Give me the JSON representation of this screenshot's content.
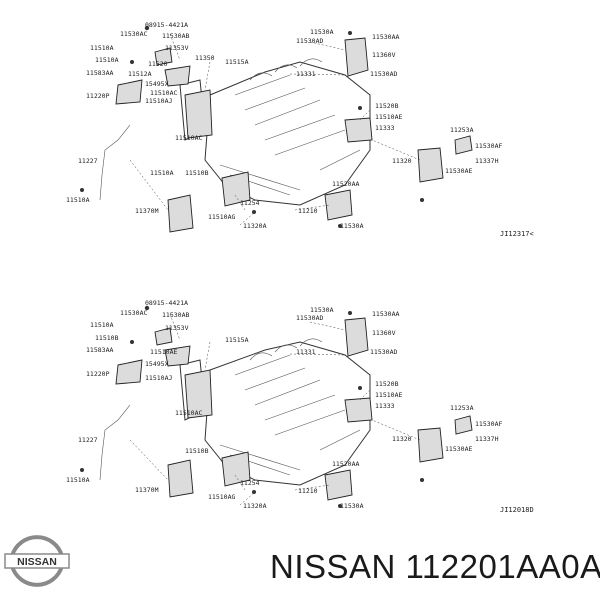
{
  "diagrams": [
    {
      "code": "JI12317<",
      "labels": [
        "11530AC",
        "08915-4421A",
        "11530AB",
        "11353V",
        "11350",
        "11510A",
        "11515A",
        "11520",
        "11510A",
        "11512A",
        "11583AA",
        "11220P",
        "15495X",
        "11510AC",
        "11510AJ",
        "11510AC",
        "11530A",
        "11530AA",
        "11530AD",
        "11360V",
        "11331",
        "11530AD",
        "11520B",
        "11510AE",
        "11333",
        "11253A",
        "11530AF",
        "11320",
        "11337H",
        "11530AE",
        "11227",
        "11510A",
        "11510A",
        "11510B",
        "11254",
        "11370M",
        "11510AG",
        "11320A",
        "11210",
        "11520AA",
        "11530A"
      ]
    },
    {
      "code": "JI12018D",
      "labels": [
        "11530AC",
        "08915-4421A",
        "11530AB",
        "11353V",
        "11510A",
        "11515A",
        "11510B",
        "11583AA",
        "11510AE",
        "11220P",
        "15495X",
        "11510AJ",
        "11510AC",
        "11530A",
        "11530AA",
        "11530AD",
        "11360V",
        "11331",
        "11530AD",
        "11520B",
        "11510AE",
        "11333",
        "11253A",
        "11530AF",
        "11320",
        "11337H",
        "11530AE",
        "11227",
        "11510A",
        "11510B",
        "11254",
        "11370M",
        "11510AG",
        "11320A",
        "11210",
        "11520AA",
        "11530A"
      ]
    }
  ],
  "brand": {
    "logo_text": "NISSAN"
  },
  "footer": {
    "brand": "NISSAN",
    "part_number": "112201AA0A"
  }
}
